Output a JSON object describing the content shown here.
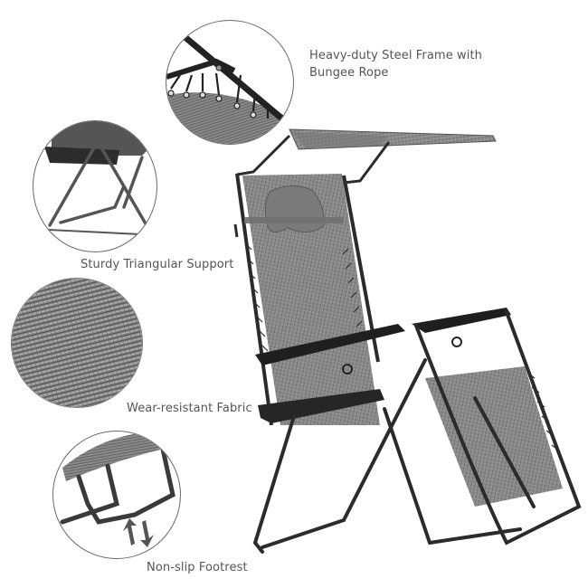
{
  "product": {
    "subject": "Zero gravity reclining lounge chair with canopy sunshade, headrest pillow and side tray",
    "colors": {
      "fabric": "#8a8a8a",
      "fabric_dark": "#6e6e6e",
      "frame": "#2b2b2b",
      "label_text": "#555555",
      "inset_border": "#6a6a6a",
      "background": "#ffffff"
    }
  },
  "callouts": [
    {
      "id": "frame",
      "label_line1": "Heavy-duty Steel Frame with",
      "label_line2": "Bungee Rope",
      "detail": "steel-frame-bungee-closeup"
    },
    {
      "id": "support",
      "label_line1": "Sturdy Triangular Support",
      "detail": "triangular-support-closeup"
    },
    {
      "id": "fabric",
      "label_line1": "Wear-resistant Fabric",
      "detail": "fabric-texture-closeup"
    },
    {
      "id": "footrest",
      "label_line1": "Non-slip Footrest",
      "detail": "footrest-closeup"
    }
  ]
}
